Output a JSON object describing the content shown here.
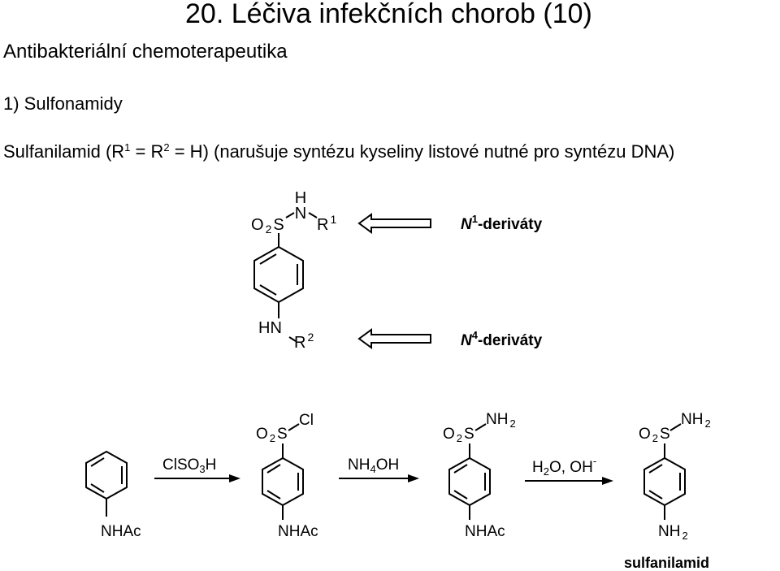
{
  "title": "20. Léčiva infekčních chorob (10)",
  "subtitle": "Antibakteriální chemoterapeutika",
  "section": "1) Sulfonamidy",
  "desc": {
    "lead": "Sulfanilamid (R",
    "sup1": "1",
    "mid1": " = R",
    "sup2": "2",
    "mid2": " = H) (narušuje syntézu kyseliny listové nutné pro syntézu DNA)"
  },
  "general": {
    "h": "H",
    "n": "N",
    "o2s": "O",
    "o2s_sub": "2",
    "s": "S",
    "r": "R",
    "r1_sup": "1",
    "hn": "HN",
    "r2_sup": "2",
    "n1_label_n": "N",
    "n1_label_sup": "1",
    "n1_label_rest": "-deriváty",
    "n4_label_n": "N",
    "n4_label_sup": "4",
    "n4_label_rest": "-deriváty"
  },
  "synthesis": {
    "s1": {
      "bottom": "NHAc"
    },
    "reagent1": {
      "a": "ClSO",
      "sub": "3",
      "b": "H"
    },
    "s2": {
      "o": "O",
      "o_sub": "2",
      "s": "S",
      "cl": "Cl",
      "bottom": "NHAc"
    },
    "reagent2": {
      "a": "NH",
      "sub": "4",
      "b": "OH"
    },
    "s3": {
      "o": "O",
      "o_sub": "2",
      "s": "S",
      "nh": "NH",
      "nh_sub": "2",
      "bottom": "NHAc"
    },
    "reagent3": {
      "a": "H",
      "sub": "2",
      "b": "O, OH",
      "sup": "-"
    },
    "s4": {
      "o": "O",
      "o_sub": "2",
      "s": "S",
      "nh": "NH",
      "nh_sub": "2",
      "bottom": "NH",
      "bottom_sub": "2"
    },
    "product_label": "sulfanilamid"
  }
}
